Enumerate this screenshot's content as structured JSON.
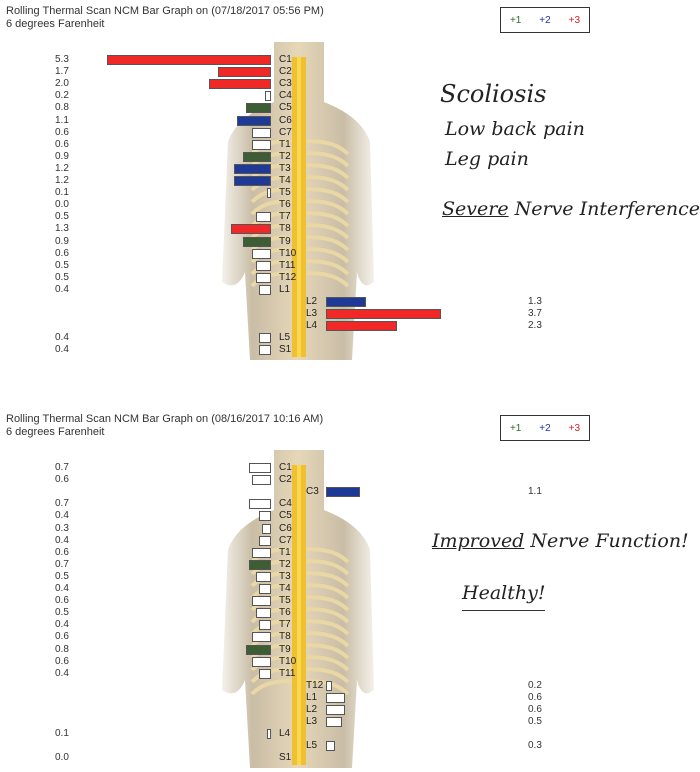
{
  "colors": {
    "level0": "#ffffff",
    "level1": "#3d5e34",
    "level2": "#1f3a96",
    "level3": "#f02828"
  },
  "legend": {
    "l1": "+1",
    "l2": "+2",
    "l3": "+3",
    "l1_color": "#2b6b2b",
    "l2_color": "#2233aa",
    "l3_color": "#e02020"
  },
  "notes_top": {
    "line1": "Scoliosis",
    "line2": "Low back pain",
    "line3": "Leg pain",
    "line4a": "Severe",
    "line4b": "Nerve Interference!"
  },
  "notes_bottom": {
    "line1a": "Improved",
    "line1b": "Nerve Function!",
    "line2": "Healthy!"
  },
  "chart_data": [
    {
      "type": "bar",
      "title": "Rolling Thermal Scan NCM Bar Graph on (07/18/2017 05:56 PM)",
      "subtitle": "6 degrees Farenheit",
      "categories": [
        "C1",
        "C2",
        "C3",
        "C4",
        "C5",
        "C6",
        "C7",
        "T1",
        "T2",
        "T3",
        "T4",
        "T5",
        "T6",
        "T7",
        "T8",
        "T9",
        "T10",
        "T11",
        "T12",
        "L1",
        "L2",
        "L3",
        "L4",
        "L5",
        "S1"
      ],
      "values": [
        5.3,
        1.7,
        2.0,
        0.2,
        0.8,
        1.1,
        0.6,
        0.6,
        0.9,
        1.2,
        1.2,
        0.1,
        0.0,
        0.5,
        1.3,
        0.9,
        0.6,
        0.5,
        0.5,
        0.4,
        1.3,
        3.7,
        2.3,
        0.4,
        0.4
      ],
      "value_labels": [
        "5.3",
        "1.7",
        "2.0",
        "0.2",
        "0.8",
        "1.1",
        "0.6",
        "0.6",
        "0.9",
        "1.2",
        "1.2",
        "0.1",
        "0.0",
        "0.5",
        "1.3",
        "0.9",
        "0.6",
        "0.5",
        "0.5",
        "0.4",
        "1.3",
        "3.7",
        "2.3",
        "0.4",
        "0.4"
      ],
      "side": [
        "L",
        "L",
        "L",
        "L",
        "L",
        "L",
        "L",
        "L",
        "L",
        "L",
        "L",
        "L",
        "L",
        "L",
        "L",
        "L",
        "L",
        "L",
        "L",
        "L",
        "R",
        "R",
        "R",
        "L",
        "L"
      ],
      "level": [
        3,
        3,
        3,
        0,
        1,
        2,
        0,
        0,
        1,
        2,
        2,
        0,
        0,
        0,
        3,
        1,
        0,
        0,
        0,
        0,
        2,
        3,
        3,
        0,
        0
      ]
    },
    {
      "type": "bar",
      "title": "Rolling Thermal Scan NCM Bar Graph on (08/16/2017 10:16 AM)",
      "subtitle": "6 degrees Farenheit",
      "categories": [
        "C1",
        "C2",
        "C3",
        "C4",
        "C5",
        "C6",
        "C7",
        "T1",
        "T2",
        "T3",
        "T4",
        "T5",
        "T6",
        "T7",
        "T8",
        "T9",
        "T10",
        "T11",
        "T12",
        "L1",
        "L2",
        "L3",
        "L4",
        "L5",
        "S1"
      ],
      "values": [
        0.7,
        0.6,
        1.1,
        0.7,
        0.4,
        0.3,
        0.4,
        0.6,
        0.7,
        0.5,
        0.4,
        0.6,
        0.5,
        0.4,
        0.6,
        0.8,
        0.6,
        0.4,
        0.2,
        0.6,
        0.6,
        0.5,
        0.1,
        0.3,
        0.0
      ],
      "value_labels": [
        "0.7",
        "0.6",
        "1.1",
        "0.7",
        "0.4",
        "0.3",
        "0.4",
        "0.6",
        "0.7",
        "0.5",
        "0.4",
        "0.6",
        "0.5",
        "0.4",
        "0.6",
        "0.8",
        "0.6",
        "0.4",
        "0.2",
        "0.6",
        "0.6",
        "0.5",
        "0.1",
        "0.3",
        "0.0"
      ],
      "side": [
        "L",
        "L",
        "R",
        "L",
        "L",
        "L",
        "L",
        "L",
        "L",
        "L",
        "L",
        "L",
        "L",
        "L",
        "L",
        "L",
        "L",
        "L",
        "R",
        "R",
        "R",
        "R",
        "L",
        "R",
        "L"
      ],
      "level": [
        0,
        0,
        2,
        0,
        0,
        0,
        0,
        0,
        1,
        0,
        0,
        0,
        0,
        0,
        0,
        1,
        0,
        0,
        0,
        0,
        0,
        0,
        0,
        0,
        0
      ]
    }
  ]
}
